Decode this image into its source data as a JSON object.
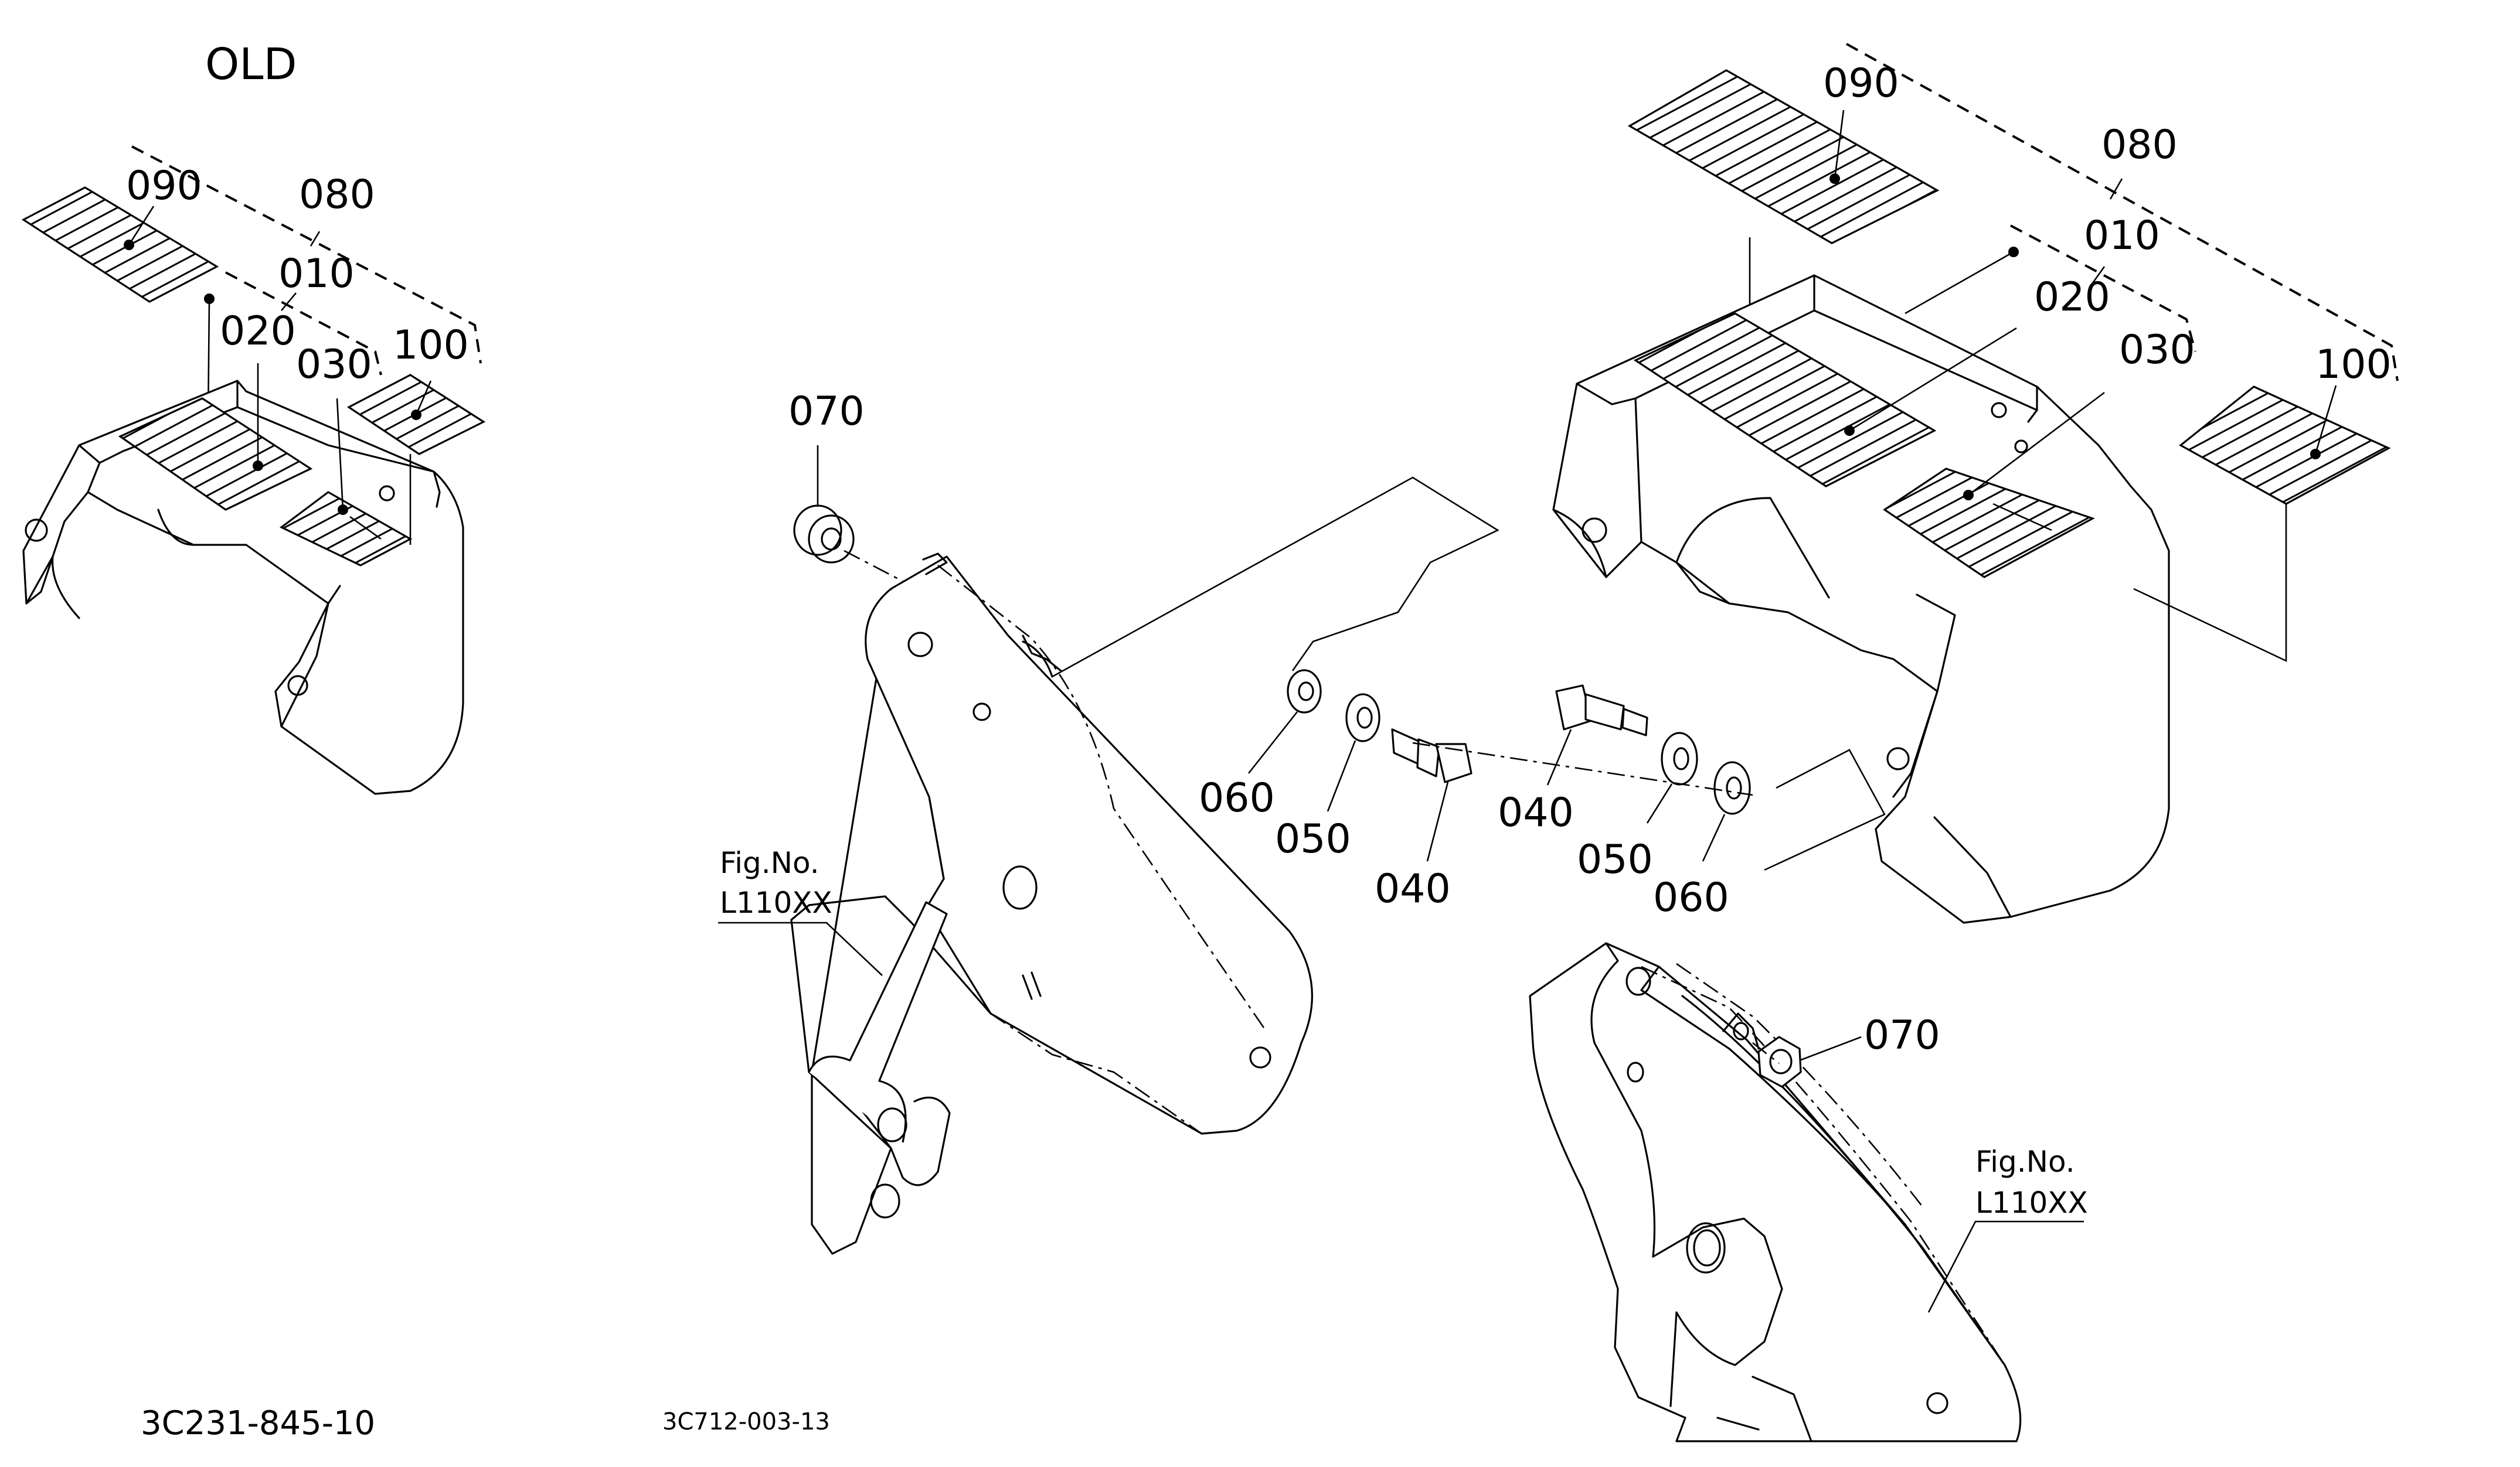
{
  "labels": {
    "old_header": "OLD",
    "old_090": "090",
    "old_080": "080",
    "old_010": "010",
    "old_020": "020",
    "old_030": "030",
    "old_100": "100",
    "new_090": "090",
    "new_080": "080",
    "new_010": "010",
    "new_020": "020",
    "new_030": "030",
    "new_100": "100",
    "left_070": "070",
    "right_070": "070",
    "left_060": "060",
    "left_050": "050",
    "left_040": "040",
    "right_040": "040",
    "right_050": "050",
    "right_060": "060",
    "fig_ref_left_title": "Fig.No.",
    "fig_ref_left_code": "L110XX",
    "fig_ref_right_title": "Fig.No.",
    "fig_ref_right_code": "L110XX",
    "drawing_code_old": "3C231-845-10",
    "drawing_code_new": "3C712-003-13"
  }
}
